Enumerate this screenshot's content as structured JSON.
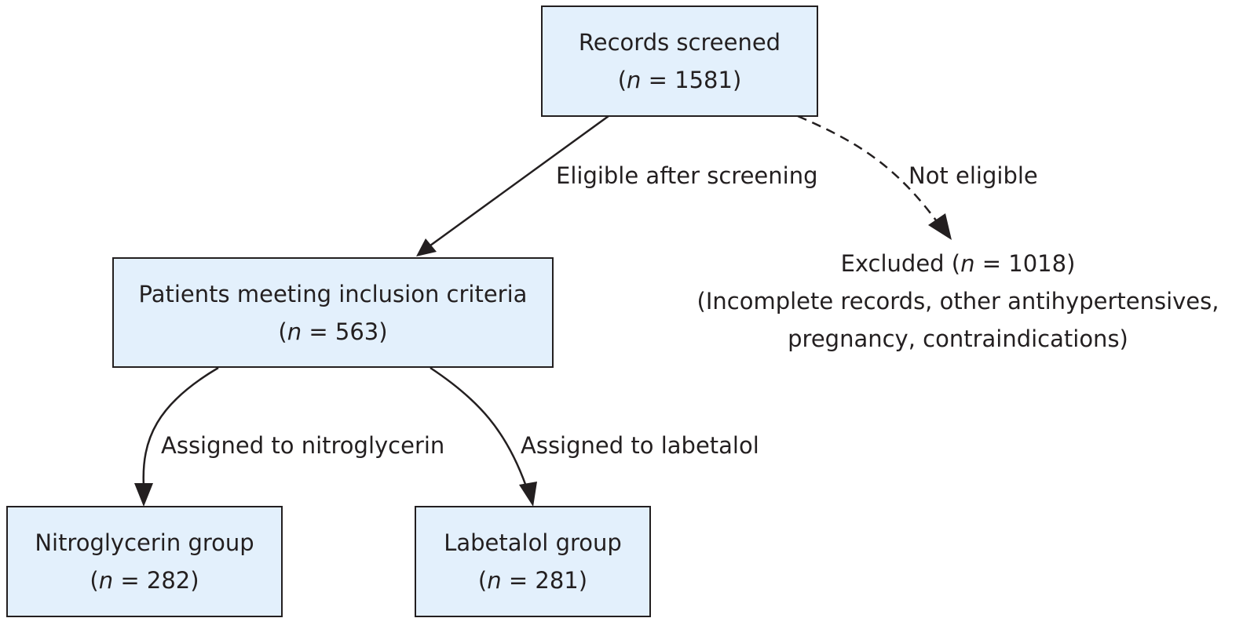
{
  "colors": {
    "box_fill": "#e3f0fc",
    "stroke": "#231f20",
    "text": "#231f20"
  },
  "nodes": {
    "records_screened": {
      "title": "Records screened",
      "n_symbol": "n",
      "n_value": "1581"
    },
    "inclusion": {
      "title": "Patients meeting inclusion criteria",
      "n_symbol": "n",
      "n_value": "563"
    },
    "excluded": {
      "title": "Excluded",
      "n_symbol": "n",
      "n_value": "1018",
      "reasons_line1": "(Incomplete records, other antihypertensives,",
      "reasons_line2": "pregnancy, contraindications)"
    },
    "nitroglycerin": {
      "title": "Nitroglycerin group",
      "n_symbol": "n",
      "n_value": "282"
    },
    "labetalol": {
      "title": "Labetalol group",
      "n_symbol": "n",
      "n_value": "281"
    }
  },
  "edges": {
    "eligible": {
      "label": "Eligible after screening",
      "style": "solid"
    },
    "not_eligible": {
      "label": "Not eligible",
      "style": "dashed"
    },
    "to_nitroglycerin": {
      "label": "Assigned to nitroglycerin",
      "style": "solid"
    },
    "to_labetalol": {
      "label": "Assigned to labetalol",
      "style": "solid"
    }
  }
}
